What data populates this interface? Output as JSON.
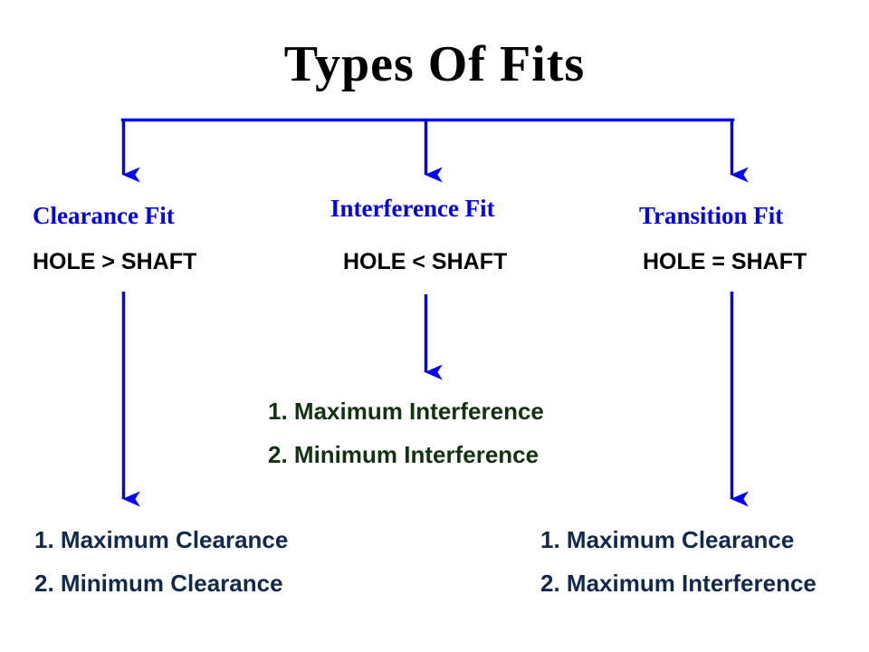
{
  "slide": {
    "title": "Types Of Fits",
    "background_color": "#ffffff",
    "connector_color": "#0000ff"
  },
  "colors": {
    "title": "#000000",
    "branch_heading": "#0000ff",
    "branch_condition": "#000000",
    "interference_outcomes": "#11330f",
    "clearance_outcomes": "#12294f",
    "transition_outcomes": "#12294f",
    "arrows": "#0000ff"
  },
  "branches": [
    {
      "id": "clearance",
      "heading": "Clearance Fit",
      "condition": "HOLE > SHAFT",
      "outcomes": [
        "1. Maximum Clearance",
        "2. Minimum Clearance"
      ]
    },
    {
      "id": "interference",
      "heading": "Interference Fit",
      "condition": "HOLE < SHAFT",
      "outcomes": [
        "1. Maximum Interference",
        "2. Minimum Interference"
      ]
    },
    {
      "id": "transition",
      "heading": "Transition Fit",
      "condition": "HOLE = SHAFT",
      "outcomes": [
        "1. Maximum Clearance",
        "2. Maximum Interference"
      ]
    }
  ]
}
